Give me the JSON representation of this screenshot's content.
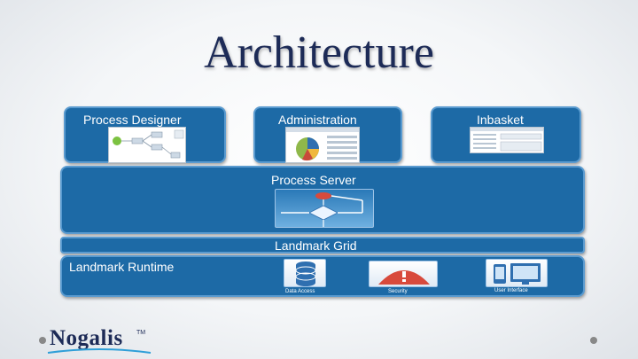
{
  "slide": {
    "title": "Architecture"
  },
  "architecture": {
    "top_modules": [
      {
        "label": "Process Designer"
      },
      {
        "label": "Administration"
      },
      {
        "label": "Inbasket"
      }
    ],
    "process_server": {
      "label": "Process Server"
    },
    "landmark_grid": {
      "label": "Landmark Grid"
    },
    "landmark_runtime": {
      "label": "Landmark Runtime",
      "components": [
        {
          "label": "Data Access",
          "icon": "database-icon"
        },
        {
          "label": "Security",
          "icon": "warning-icon"
        },
        {
          "label": "User Interface",
          "icon": "devices-icon"
        }
      ]
    }
  },
  "logo": {
    "text": "Nogalis",
    "trademark": "TM"
  },
  "colors": {
    "panel": "#1d6aa6",
    "panel_border": "#5a9bd0",
    "title": "#1d2b57"
  }
}
